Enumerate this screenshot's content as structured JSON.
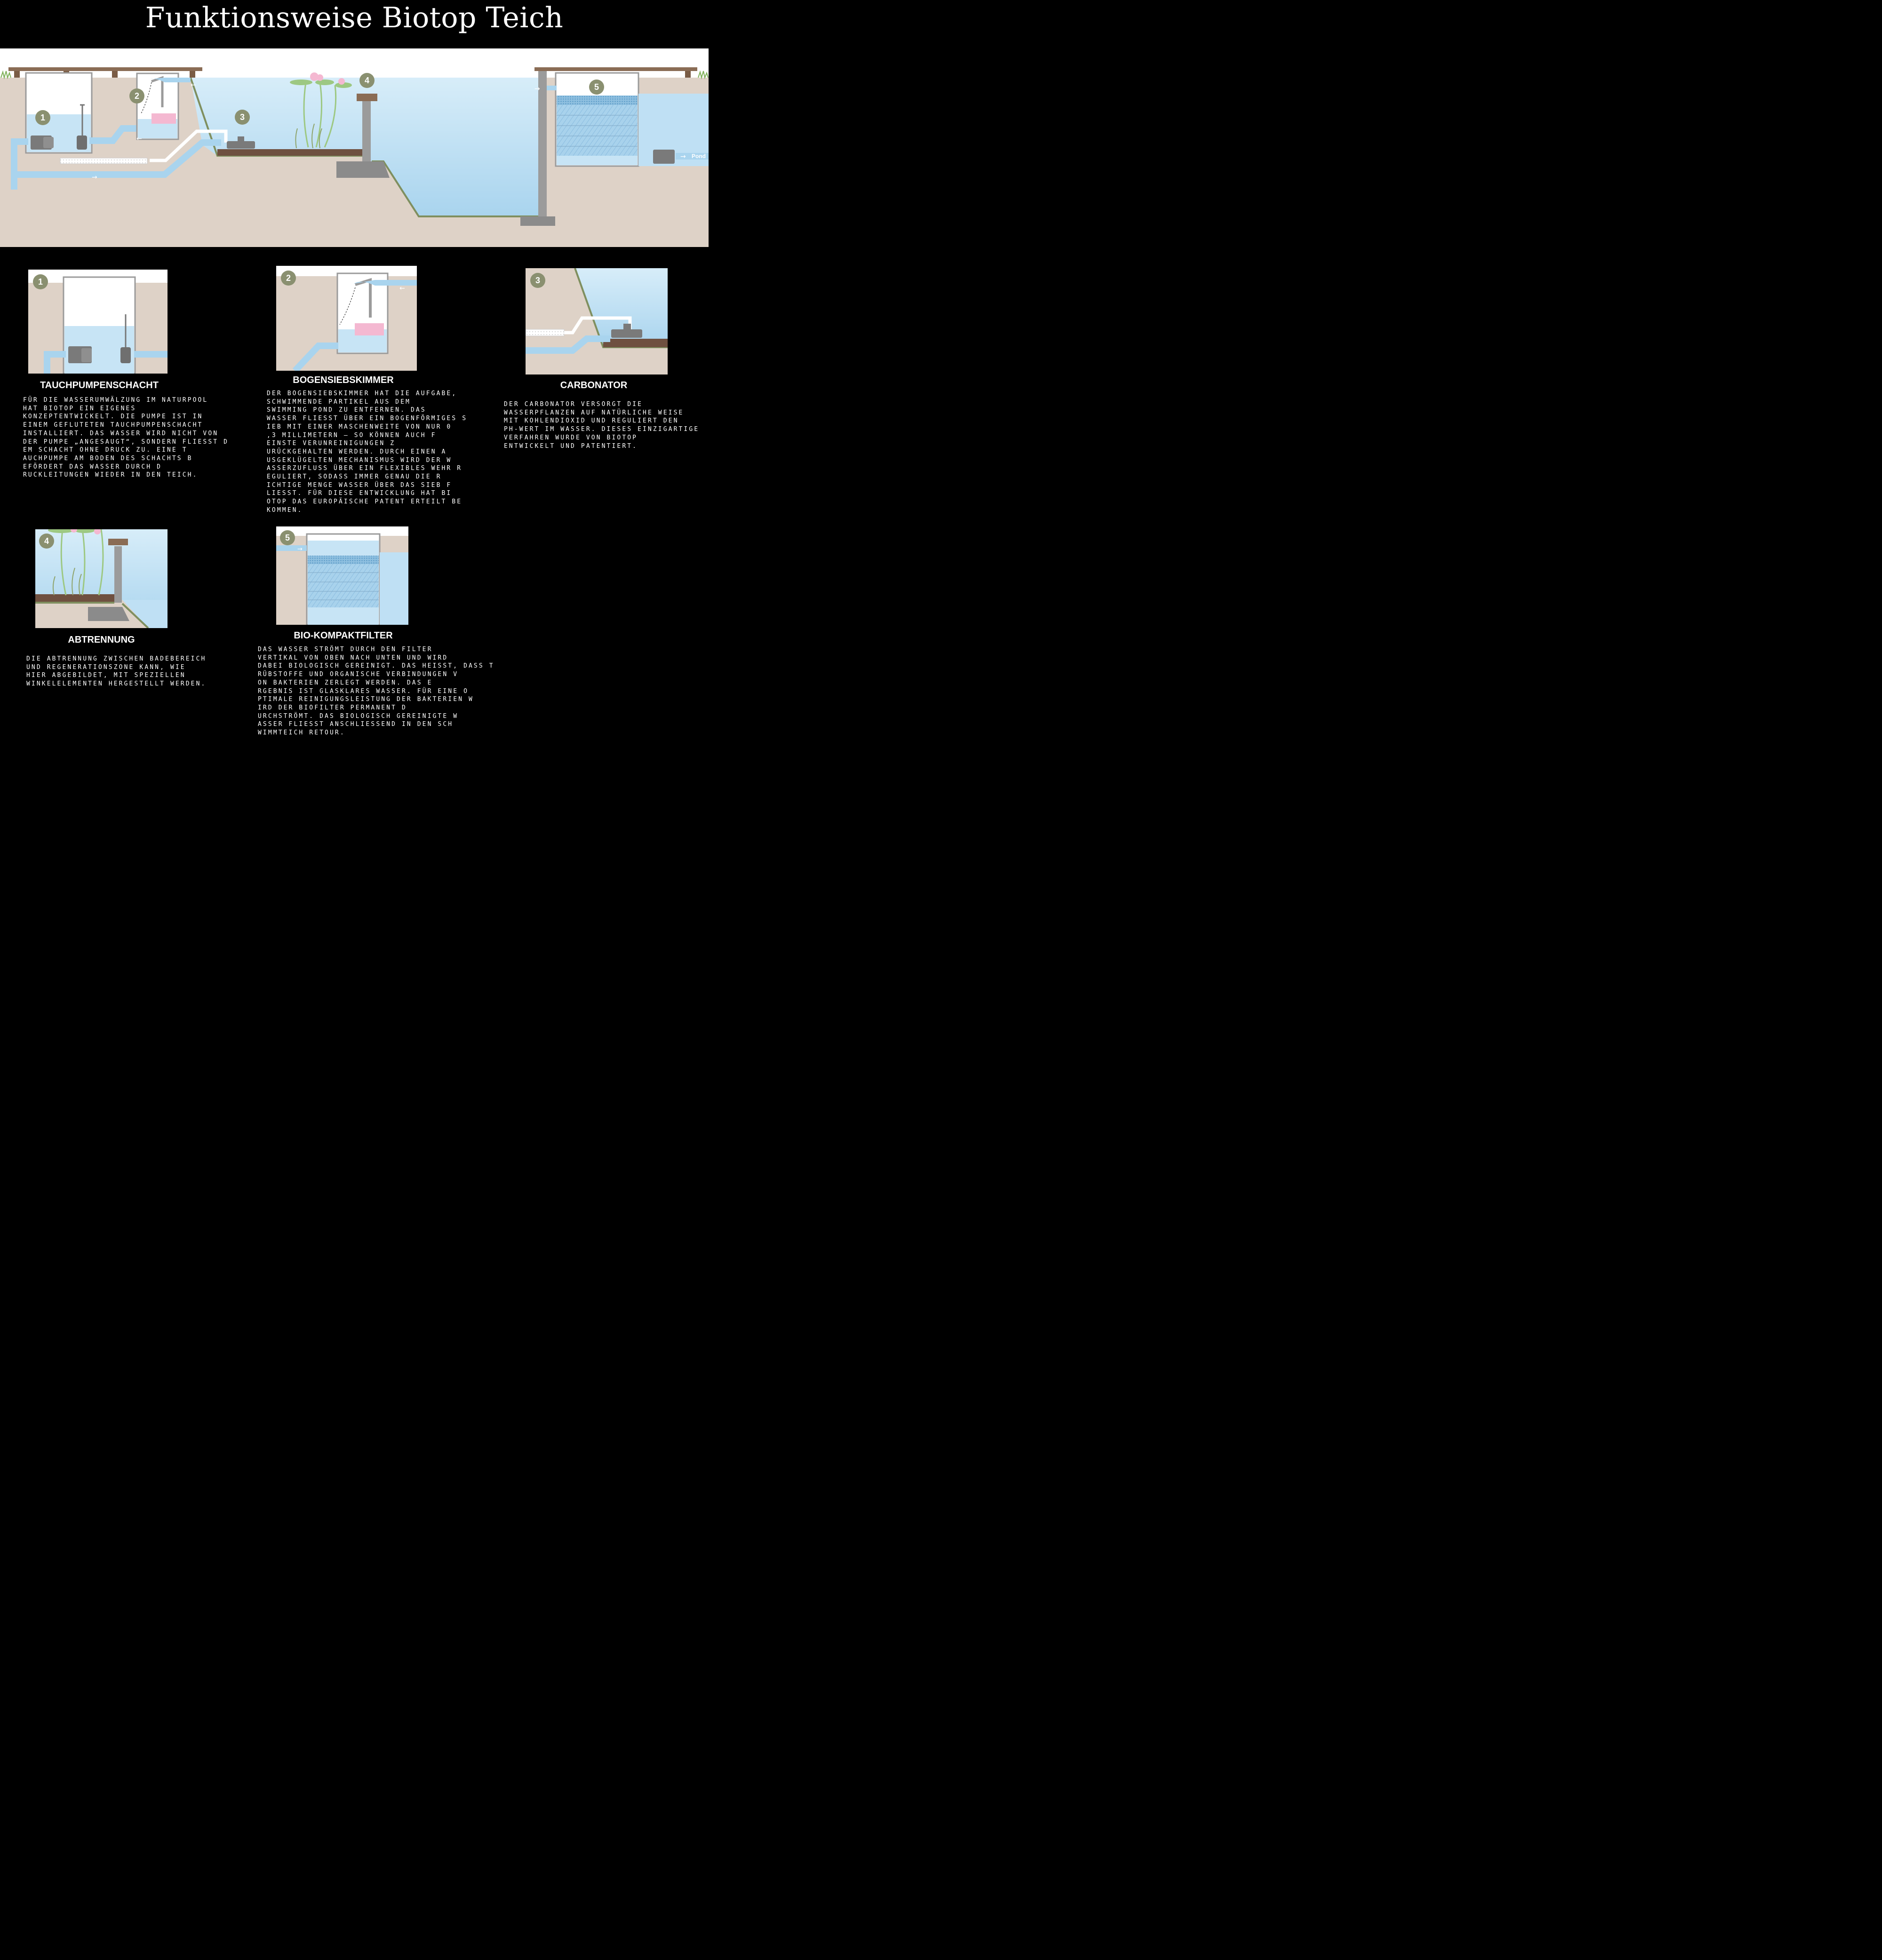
{
  "title": "Funktionsweise Biotop Teich",
  "colors": {
    "background": "#000000",
    "soil": "#ded2c7",
    "water": "#bfe0f4",
    "liner": "#7f8f5f",
    "badge": "#8a9070",
    "concrete": "#9b9b9b",
    "sediment": "#6f5040",
    "pink": "#f4b8d1"
  },
  "overview": {
    "badges": [
      "1",
      "2",
      "3",
      "4",
      "5"
    ],
    "outlet_label": "Pond",
    "icons": [
      "flow-arrow-icon",
      "pump-icon",
      "water-lily-icon",
      "air-bubbles-icon"
    ]
  },
  "sections": [
    {
      "badge": "1",
      "heading": "TAUCHPUMPENSCHACHT",
      "text_lines": [
        "Für die Wasserumwälzung im Naturpool",
        "hat Biotop ein eigenes",
        "Konzeptentwickelt. Die Pumpe ist in",
        "einem gefluteten Tauchpumpenschacht",
        "installiert. Das Wasser wird nicht von",
        "der Pumpe „angesaugt“, sondern fliesst d",
        "em Schacht ohne Druck zu. Eine T",
        "auchpumpe am Boden des Schachts b",
        "efördert das Wasser durch d",
        "ruckleitungen wieder in den Teich."
      ]
    },
    {
      "badge": "2",
      "heading": "BOGENSIEBSKIMMER",
      "text_lines": [
        "Der Bogensiebskimmer hat die Aufgabe,",
        "schwimmende Partikel aus dem",
        "Swimming Pond zu entfernen. Das",
        "Wasser fliesst über ein bogenförmiges S",
        "ieb mit einer Maschenweite von nur 0",
        ",3 Millimetern – so können auch f",
        "einste Verunreinigungen z",
        "urückgehalten werden. Durch einen a",
        "usgeklügelten Mechanismus wird der W",
        "asserzufluss über ein flexibles Wehr r",
        "eguliert, sodass immer genau die r",
        "ichtige Menge Wasser über das Sieb f",
        "liesst. Für diese Entwicklung hat Bi",
        "otop das europäische Patent erteilt be",
        "kommen."
      ]
    },
    {
      "badge": "3",
      "heading": "CARBONATOR",
      "text_lines": [
        "Der Carbonator versorgt die",
        "Wasserpflanzen auf natürliche Weise",
        "mit Kohlendioxid und reguliert den",
        "pH-Wert im Wasser. Dieses einzigartige",
        "Verfahren wurde von Biotop",
        "entwickelt und patentiert."
      ]
    },
    {
      "badge": "4",
      "heading": "ABTRENNUNG",
      "text_lines": [
        "Die Abtrennung zwischen Badebereich",
        "und Regenerationszone kann, wie",
        "hier abgebildet, mit speziellen",
        "Winkelelementen hergestellt werden."
      ]
    },
    {
      "badge": "5",
      "heading": "BIO-KOMPAKTFILTER",
      "text_lines": [
        "Das Wasser strömt durch den Filter",
        "vertikal von oben nach unten und wird",
        "dabei biologisch gereinigt. Das heisst, dass T",
        "rübstoffe und organische Verbindungen v",
        "on Bakterien zerlegt werden. Das E",
        "rgebnis ist glasklares Wasser. Für eine o",
        "ptimale Reinigungsleistung der Bakterien w",
        "ird der Biofilter permanent d",
        "urchströmt. Das biologisch gereinigte W",
        "asser fliesst anschliessend in den Sch",
        "wimmteich retour."
      ]
    }
  ]
}
